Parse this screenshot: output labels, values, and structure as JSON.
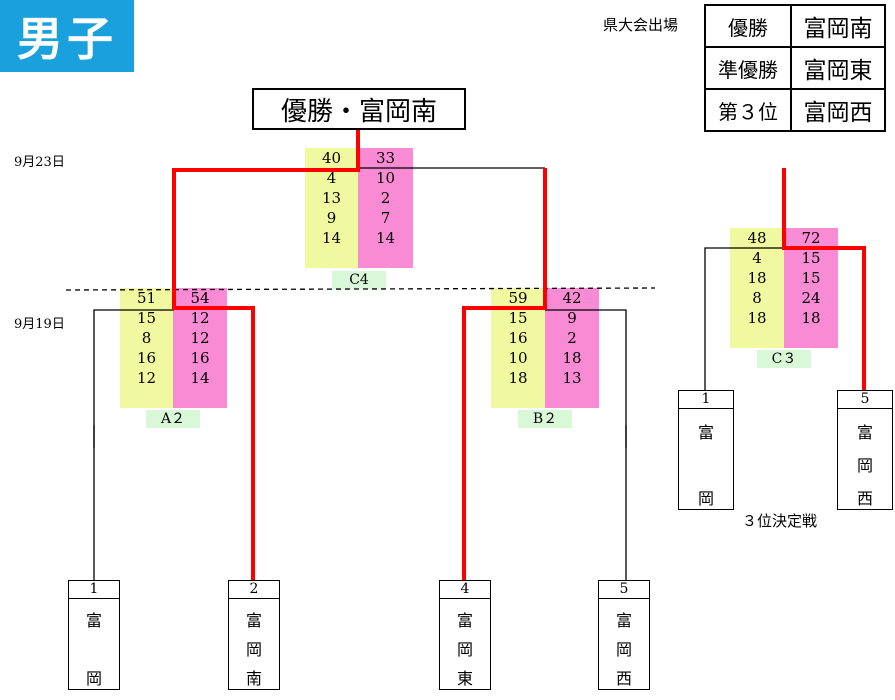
{
  "header": {
    "gender_label": "男子"
  },
  "results": {
    "label": "県大会出場",
    "rows": [
      {
        "rank": "優勝",
        "team": "富岡南"
      },
      {
        "rank": "準優勝",
        "team": "富岡東"
      },
      {
        "rank": "第３位",
        "team": "富岡西"
      }
    ]
  },
  "champion": {
    "label": "優勝・富岡南"
  },
  "dates": {
    "final": "9月23日",
    "first_round": "9月19日"
  },
  "matches": {
    "C4": {
      "label": "C4",
      "left": [
        "40",
        "4",
        "13",
        "9",
        "14"
      ],
      "right": [
        "33",
        "10",
        "2",
        "7",
        "14"
      ]
    },
    "A2": {
      "label": "A２",
      "left": [
        "51",
        "15",
        "8",
        "16",
        "12"
      ],
      "right": [
        "54",
        "12",
        "12",
        "16",
        "14"
      ]
    },
    "B2": {
      "label": "B２",
      "left": [
        "59",
        "15",
        "16",
        "10",
        "18"
      ],
      "right": [
        "42",
        "9",
        "2",
        "18",
        "13"
      ]
    },
    "C3": {
      "label": "C３",
      "left": [
        "48",
        "4",
        "18",
        "8",
        "18"
      ],
      "right": [
        "72",
        "15",
        "15",
        "24",
        "18"
      ]
    }
  },
  "teams": {
    "t1": {
      "num": "1",
      "c1": "富",
      "c2": "岡"
    },
    "t2": {
      "num": "2",
      "c1": "富",
      "c2": "岡",
      "c3": "南"
    },
    "t4": {
      "num": "4",
      "c1": "富",
      "c2": "岡",
      "c3": "東"
    },
    "t5": {
      "num": "5",
      "c1": "富",
      "c2": "岡",
      "c3": "西"
    },
    "p1": {
      "num": "1",
      "c1": "富",
      "c2": "岡"
    },
    "p5": {
      "num": "5",
      "c1": "富",
      "c2": "岡",
      "c3": "西"
    }
  },
  "playoff": {
    "label": "３位決定戦"
  },
  "colors": {
    "winner_line": "#ff0000",
    "left_score_bg": "#f0f8a0",
    "right_score_bg": "#f98bd5",
    "match_label_bg": "#d8f8d8",
    "badge_bg": "#1aa0dc"
  }
}
